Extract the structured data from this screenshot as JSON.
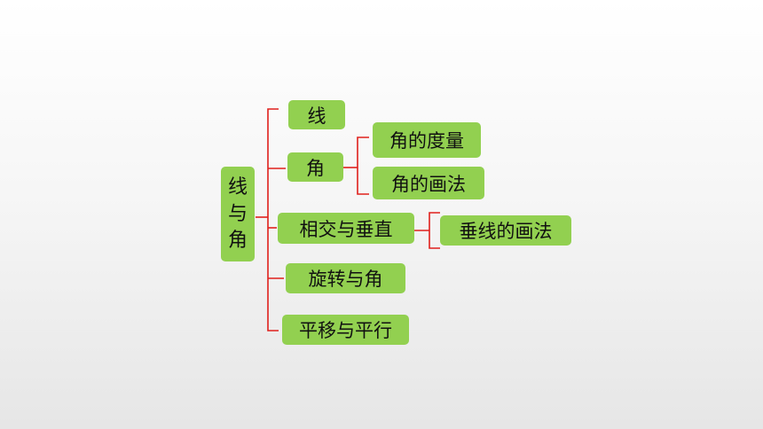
{
  "diagram": {
    "root": {
      "chars": [
        "线",
        "与",
        "角"
      ]
    },
    "branches": {
      "line": "线",
      "angle": "角",
      "angle_measure": "角的度量",
      "angle_draw": "角的画法",
      "intersect_perpendicular": "相交与垂直",
      "perpendicular_draw": "垂线的画法",
      "rotation_angle": "旋转与角",
      "translation_parallel": "平移与平行"
    },
    "colors": {
      "node_fill": "#92d050",
      "bracket_line": "#e0201c",
      "text": "#111111"
    }
  }
}
